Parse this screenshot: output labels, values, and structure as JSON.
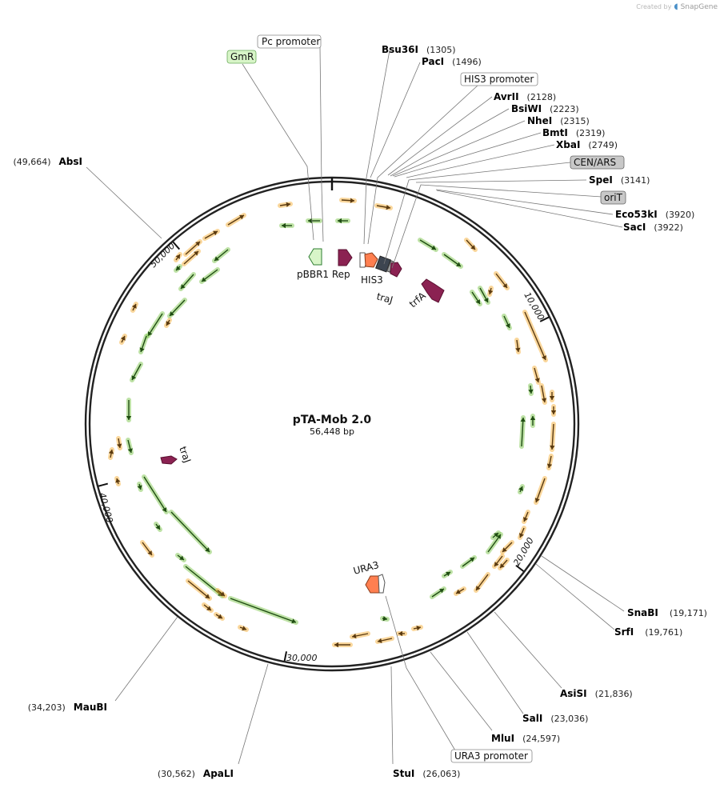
{
  "branding": {
    "created_by": "Created by",
    "product": "SnapGene"
  },
  "plasmid": {
    "name": "pTA-Mob 2.0",
    "size_label": "56,448 bp",
    "length": 56448
  },
  "ticks": [
    {
      "pos": 10000,
      "label": "10,000"
    },
    {
      "pos": 20000,
      "label": "20,000"
    },
    {
      "pos": 30000,
      "label": "30,000"
    },
    {
      "pos": 40000,
      "label": "40,000"
    },
    {
      "pos": 50000,
      "label": "50,000"
    }
  ],
  "sites": [
    {
      "name": "Bsu36I",
      "pos": "(1305)",
      "bp": 1305
    },
    {
      "name": "PacI",
      "pos": "(1496)",
      "bp": 1496
    },
    {
      "name": "AvrII",
      "pos": "(2128)",
      "bp": 2128
    },
    {
      "name": "BsiWI",
      "pos": "(2223)",
      "bp": 2223
    },
    {
      "name": "NheI",
      "pos": "(2315)",
      "bp": 2315
    },
    {
      "name": "BmtI",
      "pos": "(2319)",
      "bp": 2319
    },
    {
      "name": "XbaI",
      "pos": "(2749)",
      "bp": 2749
    },
    {
      "name": "SpeI",
      "pos": "(3141)",
      "bp": 3141
    },
    {
      "name": "Eco53kI",
      "pos": "(3920)",
      "bp": 3920
    },
    {
      "name": "SacI",
      "pos": "(3922)",
      "bp": 3922
    },
    {
      "name": "SnaBI",
      "pos": "(19,171)",
      "bp": 19171
    },
    {
      "name": "SrfI",
      "pos": "(19,761)",
      "bp": 19761
    },
    {
      "name": "AsiSI",
      "pos": "(21,836)",
      "bp": 21836
    },
    {
      "name": "SalI",
      "pos": "(23,036)",
      "bp": 23036
    },
    {
      "name": "MluI",
      "pos": "(24,597)",
      "bp": 24597
    },
    {
      "name": "StuI",
      "pos": "(26,063)",
      "bp": 26063
    },
    {
      "name": "ApaLI",
      "pos": "(30,562)",
      "bp": 30562
    },
    {
      "name": "MauBI",
      "pos": "(34,203)",
      "bp": 34203
    },
    {
      "name": "AbsI",
      "pos": "(49,664)",
      "bp": 49664
    }
  ],
  "boxed_labels": [
    {
      "name": "Pc promoter",
      "style": "white"
    },
    {
      "name": "GmR",
      "style": "green"
    },
    {
      "name": "HIS3 promoter",
      "style": "white"
    },
    {
      "name": "CEN/ARS",
      "style": "gray"
    },
    {
      "name": "oriT",
      "style": "gray"
    },
    {
      "name": "URA3 promoter",
      "style": "white"
    }
  ],
  "features": [
    {
      "name": "pBBR1 Rep",
      "color": "#8b2252"
    },
    {
      "name": "HIS3",
      "color": "#ff7f50"
    },
    {
      "name": "traJ",
      "color": "#8b2252"
    },
    {
      "name": "trfA",
      "color": "#8b2252"
    },
    {
      "name": "traJ",
      "color": "#8b2252"
    },
    {
      "name": "URA3",
      "color": "#ff7f50"
    }
  ],
  "colors": {
    "orf_orange": "#f5a623",
    "orf_green": "#6fbf3a",
    "feature_magenta": "#8b2252",
    "marker_coral": "#ff7f50",
    "promoter_white": "#ffffff",
    "gmr_green": "#d8f5c8",
    "gray_box": "#c8c8c8"
  }
}
